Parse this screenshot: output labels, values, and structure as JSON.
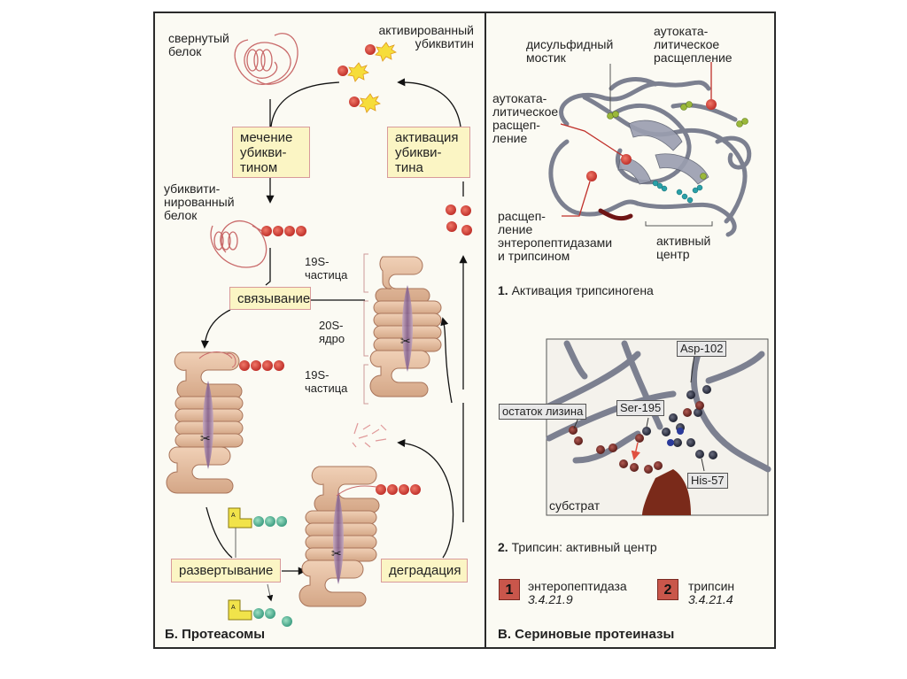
{
  "panel_b": {
    "title": "Б. Протеасомы",
    "labels": {
      "folded_protein": "свернутый\nбелок",
      "activated_ubiquitin": "активированный\nубиквитин",
      "ubiquitinated_protein": "убиквити-\nнированный\nбелок",
      "particle_19s_top": "19S-\nчастица",
      "core_20s": "20S-\nядро",
      "particle_19s_bottom": "19S-\nчастица"
    },
    "steps": {
      "labeling": "мечение\nубикви-\nтином",
      "activation": "активация\nубикви-\nтина",
      "binding": "связывание",
      "unfolding": "развертывание",
      "degradation": "деградация"
    },
    "atp_label": "A"
  },
  "panel_v": {
    "title": "В. Сериновые протеиназы",
    "figure1": {
      "number": "1.",
      "caption": "Активация трипсиногена",
      "labels": {
        "disulfide_bridge": "дисульфидный\nмостик",
        "autocatalytic_cleavage_top": "аутоката-\nлитическое\nрасщепление",
        "autocatalytic_cleavage_left": "аутоката-\nлитическое\nрасщеп-\nление",
        "cleavage_enteropeptidase": "расщеп-\nление\nэнтеропептидазами\nи трипсином",
        "active_center": "активный\nцентр"
      }
    },
    "figure2": {
      "number": "2.",
      "caption": "Трипсин: активный центр",
      "tags": {
        "asp": "Asp-102",
        "ser": "Ser-195",
        "lysine": "остаток лизина",
        "his": "His-57",
        "substrate": "субстрат"
      }
    },
    "legend": [
      {
        "num": "1",
        "name": "энтеропептидаза",
        "ec": "3.4.21.9"
      },
      {
        "num": "2",
        "name": "трипсин",
        "ec": "3.4.21.4"
      }
    ]
  },
  "colors": {
    "step_box_fill": "#fbf5c4",
    "step_box_border": "#d89a9a",
    "ubiquitin_red": "#d2463a",
    "star_yellow": "#f6dd3a",
    "proteasome_tan": "#e2b89a",
    "core_purple": "#8e6a9a",
    "atp_green": "#5cb89a",
    "protein_gray": "#8a8d9a",
    "disulfide_green": "#9bb83a",
    "active_teal": "#2aa0a8",
    "legend_red": "#c9564b"
  }
}
